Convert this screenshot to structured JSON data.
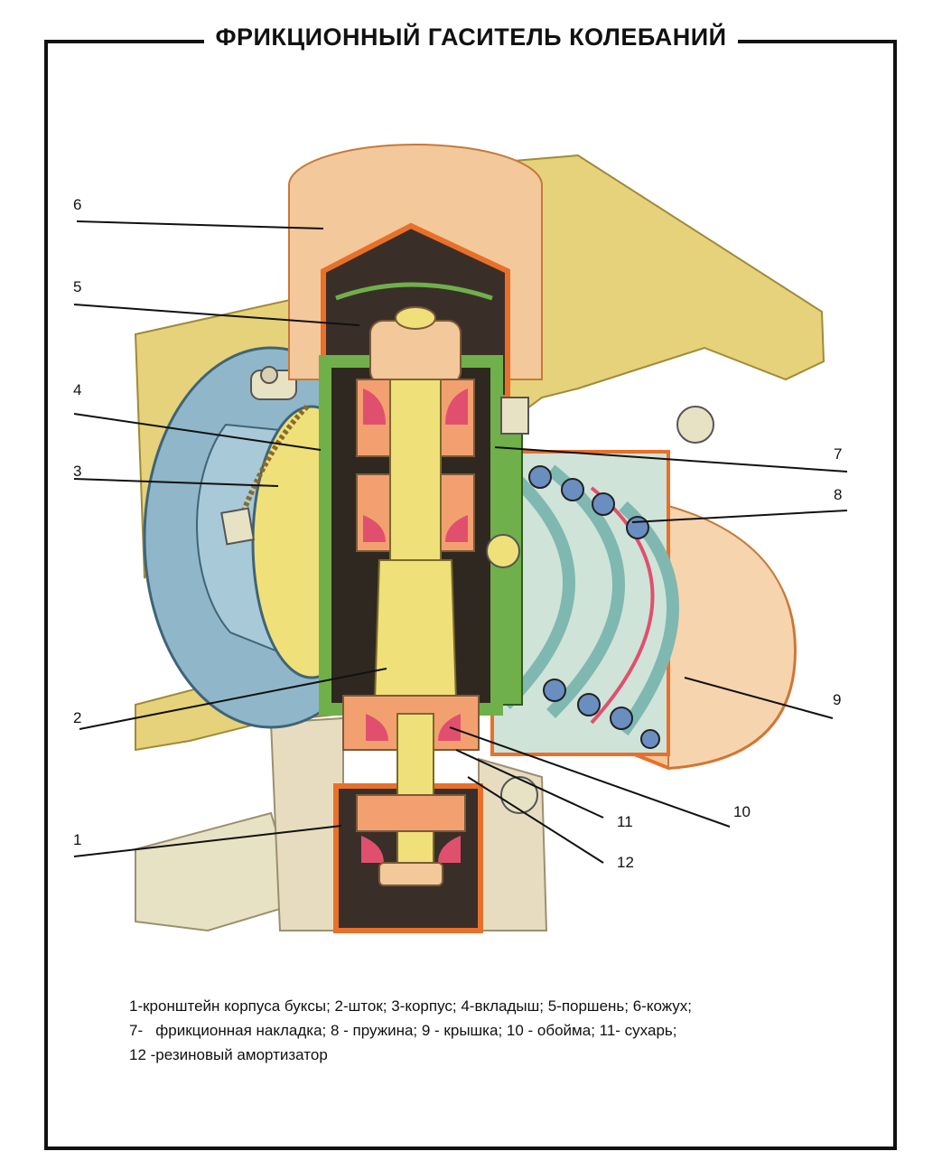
{
  "title": "ФРИКЦИОННЫЙ ГАСИТЕЛЬ КОЛЕБАНИЙ",
  "callouts": [
    "1",
    "2",
    "3",
    "4",
    "5",
    "6",
    "7",
    "8",
    "9",
    "10",
    "11",
    "12"
  ],
  "legend": {
    "line1": "1-кронштейн корпуса буксы; 2-шток; 3-корпус; 4-вкладыш; 5-поршень; 6-кожух;",
    "line2a": "7-",
    "line2b": "фрикционная накладка;  8 - пружина;  9 - крышка;  10 - обойма;  11- сухарь;",
    "line3": "12 -резиновый амортизатор"
  },
  "colors": {
    "frame": "#111111",
    "housing_green": "#6fb04a",
    "casing_peach": "#f3c89a",
    "outline_orange": "#e8702a",
    "body_blue": "#8fb7c9",
    "rod_yellow": "#efe07a",
    "bracket_khaki": "#e6d27a",
    "insert_red": "#e0506e",
    "spring_teal": "#7fb8b0"
  }
}
